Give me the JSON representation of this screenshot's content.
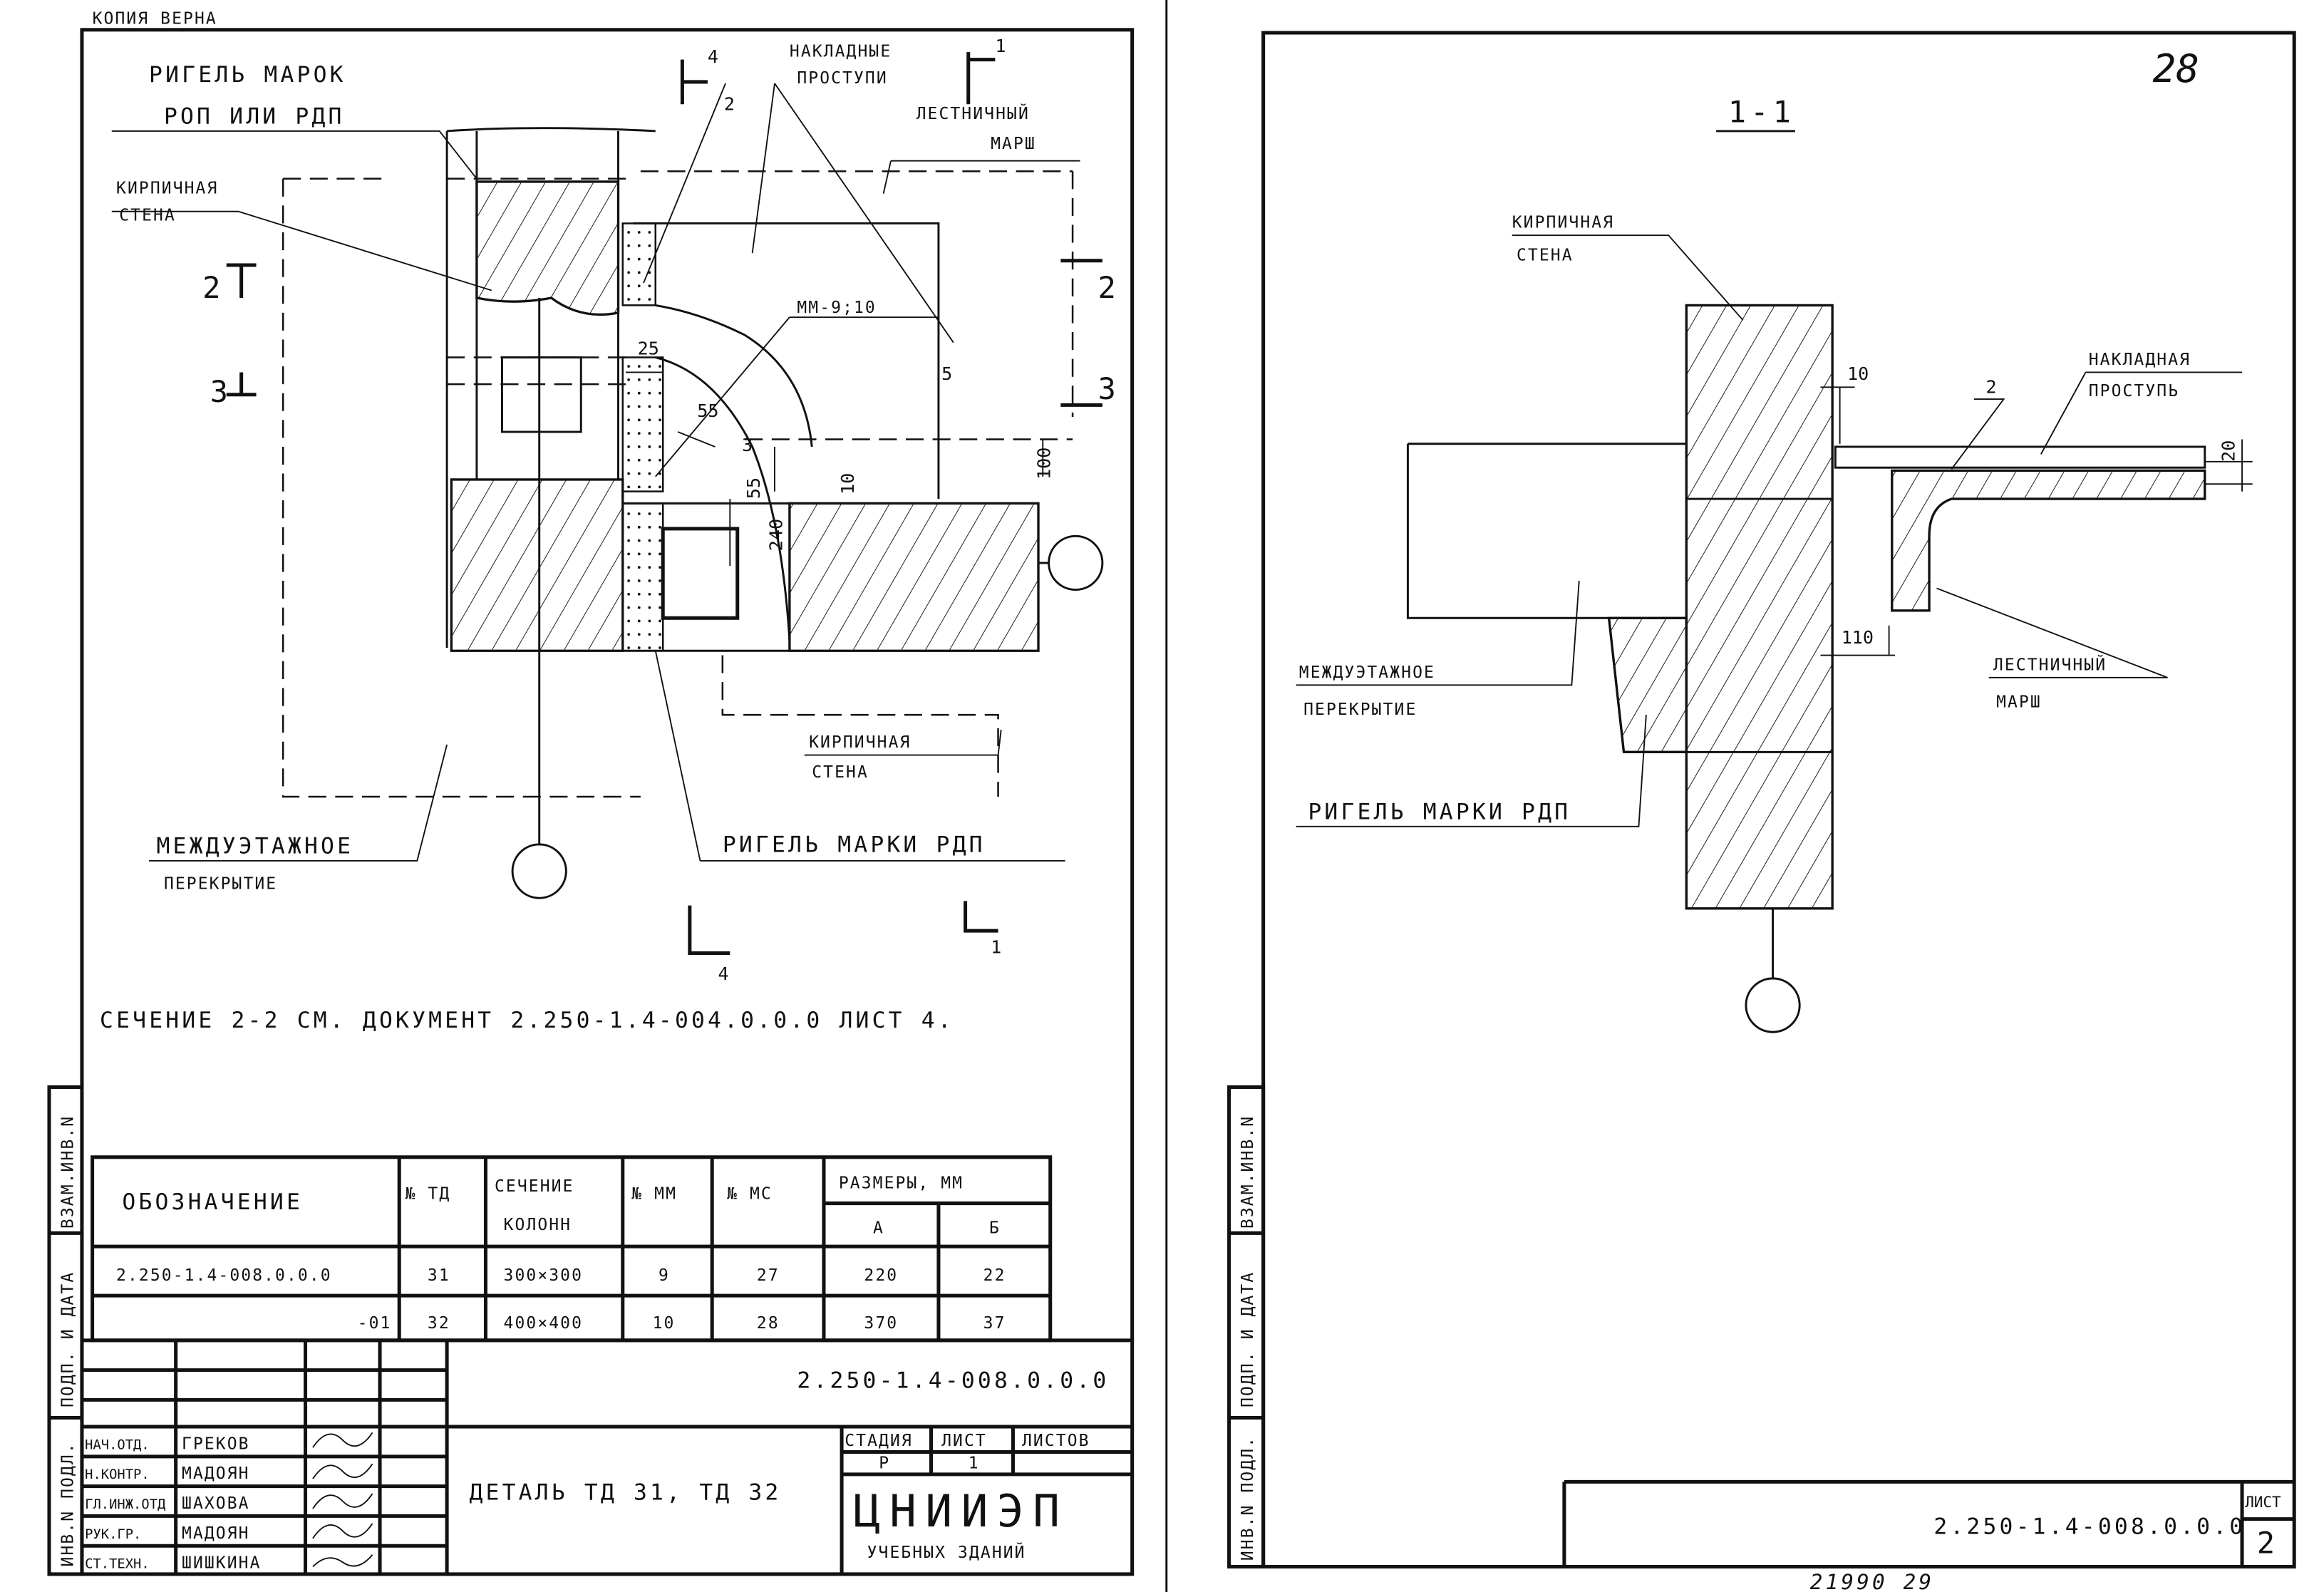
{
  "left_sheet": {
    "certified_copy": "КОПИЯ ВЕРНА",
    "labels": {
      "rigel_marks_1": "РИГЕЛЬ МАРОК",
      "rigel_marks_2": "РОП ИЛИ РДП",
      "brick_wall_1": "КИРПИЧНАЯ",
      "brick_wall_2": "СТЕНА",
      "overlay_treads_1": "НАКЛАДНЫЕ",
      "overlay_treads_2": "ПРОСТУПИ",
      "stair_flight_1": "ЛЕСТНИЧНЫЙ",
      "stair_flight_2": "МАРШ",
      "mm": "ММ-9;10",
      "brick_wall_b1": "КИРПИЧНАЯ",
      "brick_wall_b2": "СТЕНА",
      "floor_1": "МЕЖДУЭТАЖНОЕ",
      "floor_2": "ПЕРЕКРЫТИЕ",
      "rigel_rdp": "РИГЕЛЬ МАРКИ РДП"
    },
    "marks": {
      "sec4_top": "4",
      "sec1_top": "1",
      "pos2": "2",
      "sec2_left": "2",
      "sec3_left": "3",
      "sec2_right": "2",
      "sec3_right": "3",
      "pos5": "5",
      "pos3": "3",
      "dim25": "25",
      "dim55": "55",
      "dim55b": "55",
      "dim240": "240",
      "dim10": "10",
      "dim100": "100",
      "sec4_bottom": "4",
      "sec1_bottom": "1"
    },
    "note": "СЕЧЕНИЕ 2-2 СМ. ДОКУМЕНТ 2.250-1.4-004.0.0.0 ЛИСТ 4.",
    "table": {
      "headers": [
        "ОБОЗНАЧЕНИЕ",
        "№ ТД",
        "СЕЧЕНИЕ",
        "КОЛОНН",
        "№ ММ",
        "№ МС",
        "РАЗМЕРЫ, ММ",
        "А",
        "Б"
      ],
      "rows": [
        [
          "2.250-1.4-008.0.0.0",
          "31",
          "300×300",
          "9",
          "27",
          "220",
          "22"
        ],
        [
          "-01",
          "32",
          "400×400",
          "10",
          "28",
          "370",
          "37"
        ]
      ]
    },
    "side_stamp": [
      "ИНВ.N ПОДЛ.",
      "ПОДП. И ДАТА",
      "ВЗАМ.ИНВ.N"
    ],
    "title_block": {
      "doc_code": "2.250-1.4-008.0.0.0",
      "title": "ДЕТАЛЬ ТД 31, ТД 32",
      "stage_label": "СТАДИЯ",
      "sheet_label": "ЛИСТ",
      "sheets_label": "ЛИСТОВ",
      "stage": "Р",
      "sheet": "1",
      "org": "ЦНИИЭП",
      "org_sub": "УЧЕБНЫХ ЗДАНИЙ",
      "signers": [
        {
          "role": "НАЧ.ОТД.",
          "name": "ГРЕКОВ"
        },
        {
          "role": "Н.КОНТР.",
          "name": "МАДОЯН"
        },
        {
          "role": "ГЛ.ИНЖ.ОТД",
          "name": "ШАХОВА"
        },
        {
          "role": "РУК.ГР.",
          "name": "МАДОЯН"
        },
        {
          "role": "СТ.ТЕХН.",
          "name": "ШИШКИНА"
        }
      ]
    }
  },
  "right_sheet": {
    "page_number": "28",
    "section_title": "1-1",
    "labels": {
      "brick_wall_1": "КИРПИЧНАЯ",
      "brick_wall_2": "СТЕНА",
      "overlay_tread_1": "НАКЛАДНАЯ",
      "overlay_tread_2": "ПРОСТУПЬ",
      "pos2": "2",
      "dim10": "10",
      "dim20": "20",
      "dim110": "110",
      "floor_1": "МЕЖДУЭТАЖНОЕ",
      "floor_2": "ПЕРЕКРЫТИЕ",
      "stair_1": "ЛЕСТНИЧНЫЙ",
      "stair_2": "МАРШ",
      "rigel": "РИГЕЛЬ МАРКИ РДП"
    },
    "side_stamp": [
      "ИНВ.N ПОДЛ.",
      "ПОДП. И ДАТА",
      "ВЗАМ.ИНВ.N"
    ],
    "title_block": {
      "doc_code": "2.250-1.4-008.0.0.0",
      "sheet_label": "ЛИСТ",
      "sheet": "2"
    },
    "footer_number": "21990 29"
  }
}
